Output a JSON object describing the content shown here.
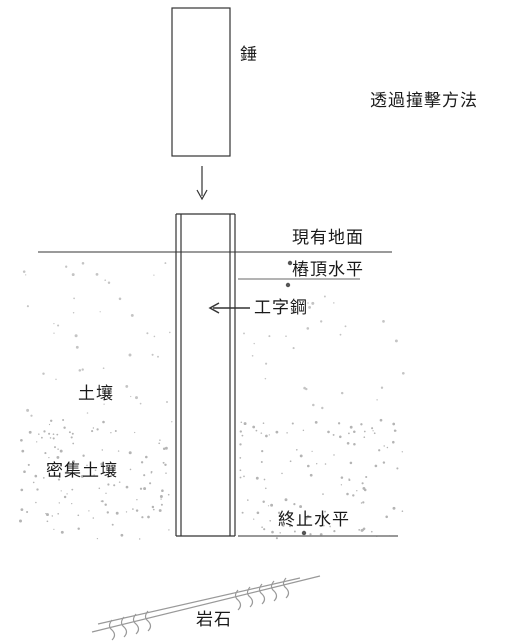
{
  "labels": {
    "hammer": "錘",
    "method": "透過撞擊方法",
    "existing_ground": "現有地面",
    "pile_top_level": "樁頂水平",
    "h_beam": "工字鋼",
    "soil": "土壤",
    "dense_soil": "密集土壤",
    "termination_level": "終止水平",
    "rock": "岩石"
  },
  "colors": {
    "line": "#333333",
    "faint_line": "#9a9a9a",
    "soil_dots": "#c4c4c4",
    "dense_soil_dots": "#b4b4b4"
  }
}
